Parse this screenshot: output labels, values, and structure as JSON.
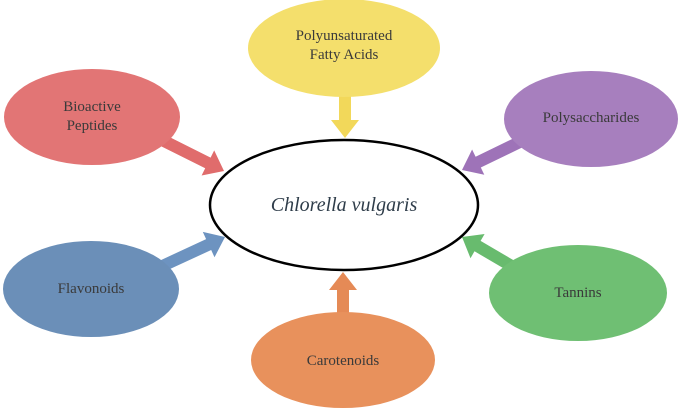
{
  "center": {
    "label": "Chlorella vulgaris"
  },
  "nodes": [
    {
      "id": "pufa",
      "label": "Polyunsaturated\nFatty Acids",
      "color": "#f4df6c",
      "arrow": "#f2d85a"
    },
    {
      "id": "polysaccharides",
      "label": "Polysaccharides",
      "color": "#a77fbe",
      "arrow": "#9e73b8"
    },
    {
      "id": "tannins",
      "label": "Tannins",
      "color": "#6fbf73",
      "arrow": "#68bb6e"
    },
    {
      "id": "carotenoids",
      "label": "Carotenoids",
      "color": "#e8915c",
      "arrow": "#e58a56"
    },
    {
      "id": "flavonoids",
      "label": "Flavonoids",
      "color": "#6b8fb8",
      "arrow": "#6d93c0"
    },
    {
      "id": "bioactive-peptides",
      "label": "Bioactive\nPeptides",
      "color": "#e27575",
      "arrow": "#e06c6c"
    }
  ]
}
